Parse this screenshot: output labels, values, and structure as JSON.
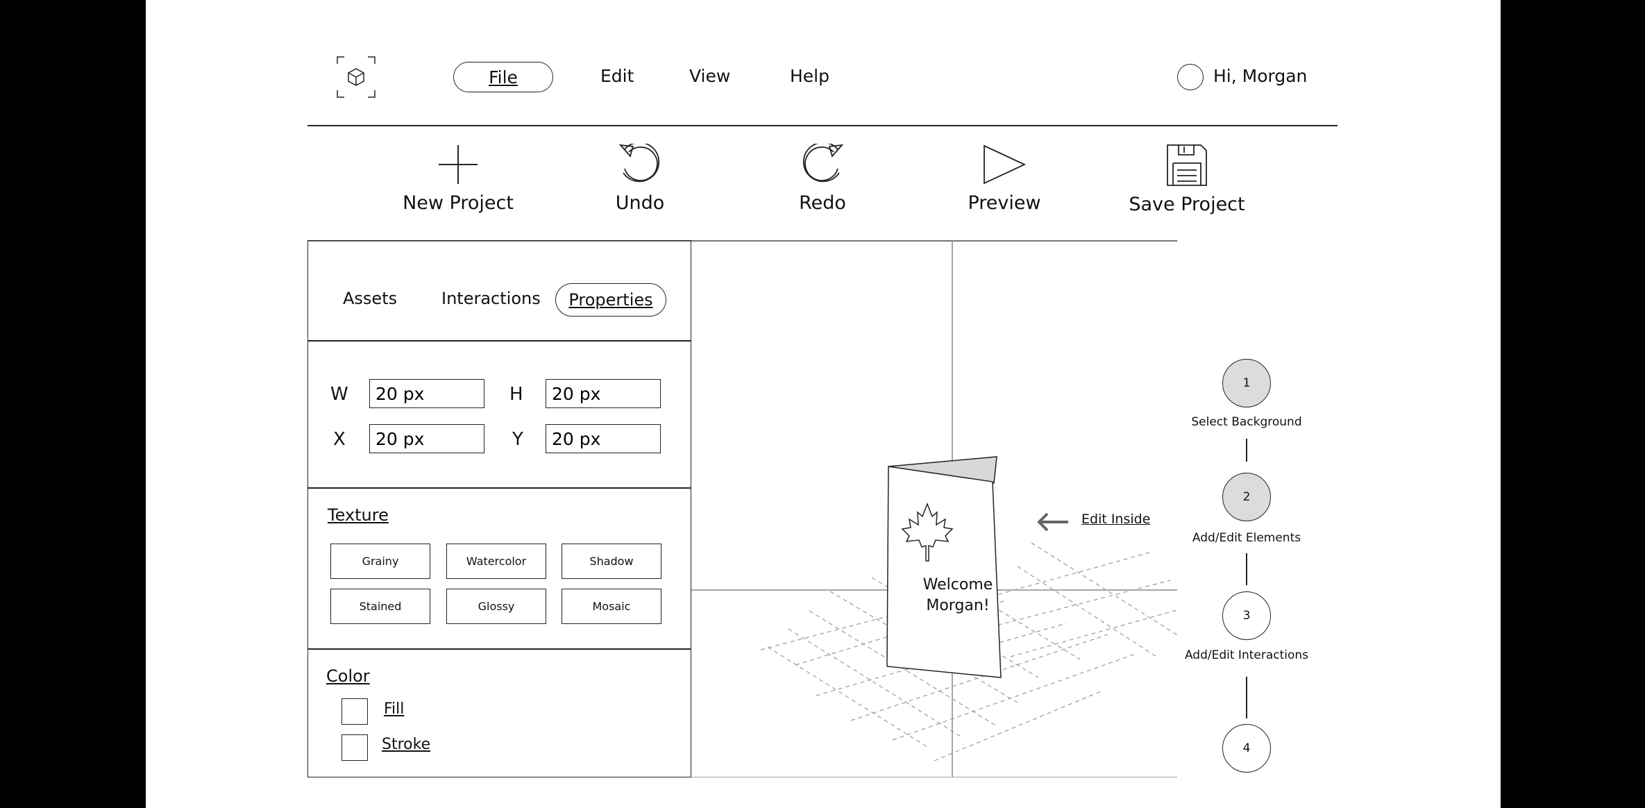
{
  "header": {
    "menu": [
      "File",
      "Edit",
      "View",
      "Help"
    ],
    "greeting": "Hi, Morgan"
  },
  "toolbar": {
    "new_project": "New Project",
    "undo": "Undo",
    "redo": "Redo",
    "preview": "Preview",
    "save_project": "Save Project"
  },
  "panel": {
    "tabs": [
      "Assets",
      "Interactions",
      "Properties"
    ],
    "dimensions": {
      "w_label": "W",
      "w_value": "20 px",
      "h_label": "H",
      "h_value": "20 px",
      "x_label": "X",
      "x_value": "20 px",
      "y_label": "Y",
      "y_value": "20 px"
    },
    "texture": {
      "title": "Texture",
      "options": [
        "Grainy",
        "Watercolor",
        "Shadow",
        "Stained",
        "Glossy",
        "Mosaic"
      ]
    },
    "color": {
      "title": "Color",
      "fill": "Fill",
      "stroke": "Stroke"
    }
  },
  "canvas": {
    "card_line1": "Welcome",
    "card_line2": "Morgan!",
    "edit_inside": "Edit Inside"
  },
  "steps": [
    {
      "number": "1",
      "label": "Select Background"
    },
    {
      "number": "2",
      "label": "Add/Edit Elements"
    },
    {
      "number": "3",
      "label": "Add/Edit Interactions"
    },
    {
      "number": "4",
      "label": ""
    }
  ],
  "colors": {
    "step_done": "#dcdcdc",
    "stroke": "#222222",
    "grid_dash": "#9a9a9a"
  }
}
